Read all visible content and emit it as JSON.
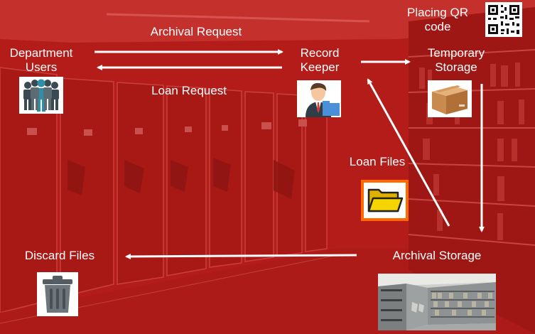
{
  "nodes": {
    "department_users": "Department\nUsers",
    "record_keeper": "Record\nKeeper",
    "temporary_storage": "Temporary\nStorage",
    "archival_storage": "Archival Storage",
    "discard_files": "Discard Files",
    "placing_qr": "Placing QR\ncode"
  },
  "edges": {
    "archival_request": "Archival Request",
    "loan_request": "Loan Request",
    "loan_files": "Loan Files"
  },
  "colors": {
    "background": "#b51d1a",
    "arrow": "#ffffff"
  },
  "icons": [
    "users-group-icon",
    "record-keeper-icon",
    "cardboard-box-icon",
    "qr-code-icon",
    "folder-icon",
    "trash-can-icon",
    "archive-shelves-photo"
  ]
}
